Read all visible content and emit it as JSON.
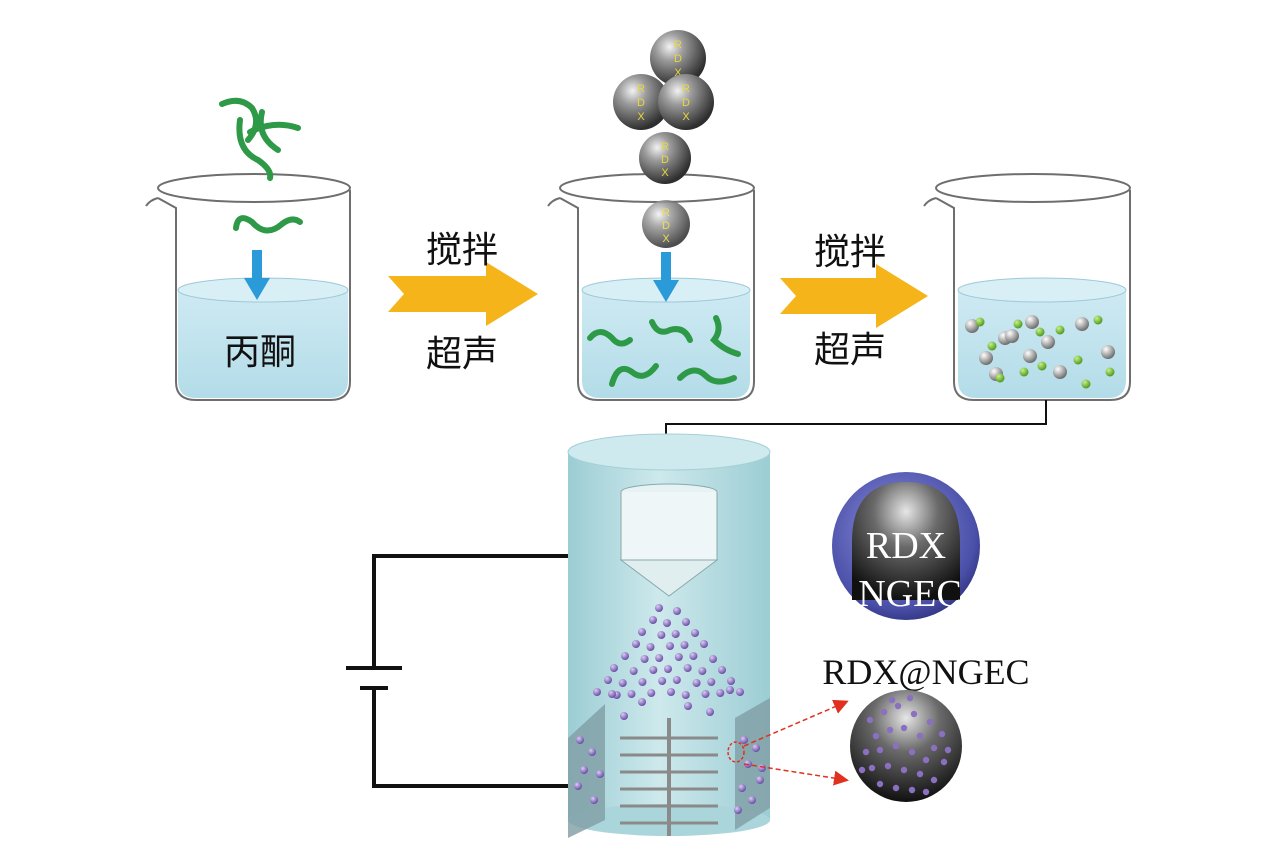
{
  "labels": {
    "beaker1_liquid": "丙酮",
    "step1_top": "搅拌",
    "step1_bottom": "超声",
    "step2_top": "搅拌",
    "step2_bottom": "超声",
    "core_label": "RDX",
    "shell_label": "NGEC",
    "product_label": "RDX@NGEC",
    "rdx_sphere_r": "R",
    "rdx_sphere_d": "D",
    "rdx_sphere_x": "X"
  },
  "colors": {
    "liquid": "#bfe3ee",
    "arrow_orange": "#f4b41a",
    "arrow_blue": "#2a9ad8",
    "polymer_green": "#2e9a48",
    "particle_purple": "#8b6fc0",
    "shell_blue": "#4a4fa8",
    "red_dash": "#e0301e"
  }
}
